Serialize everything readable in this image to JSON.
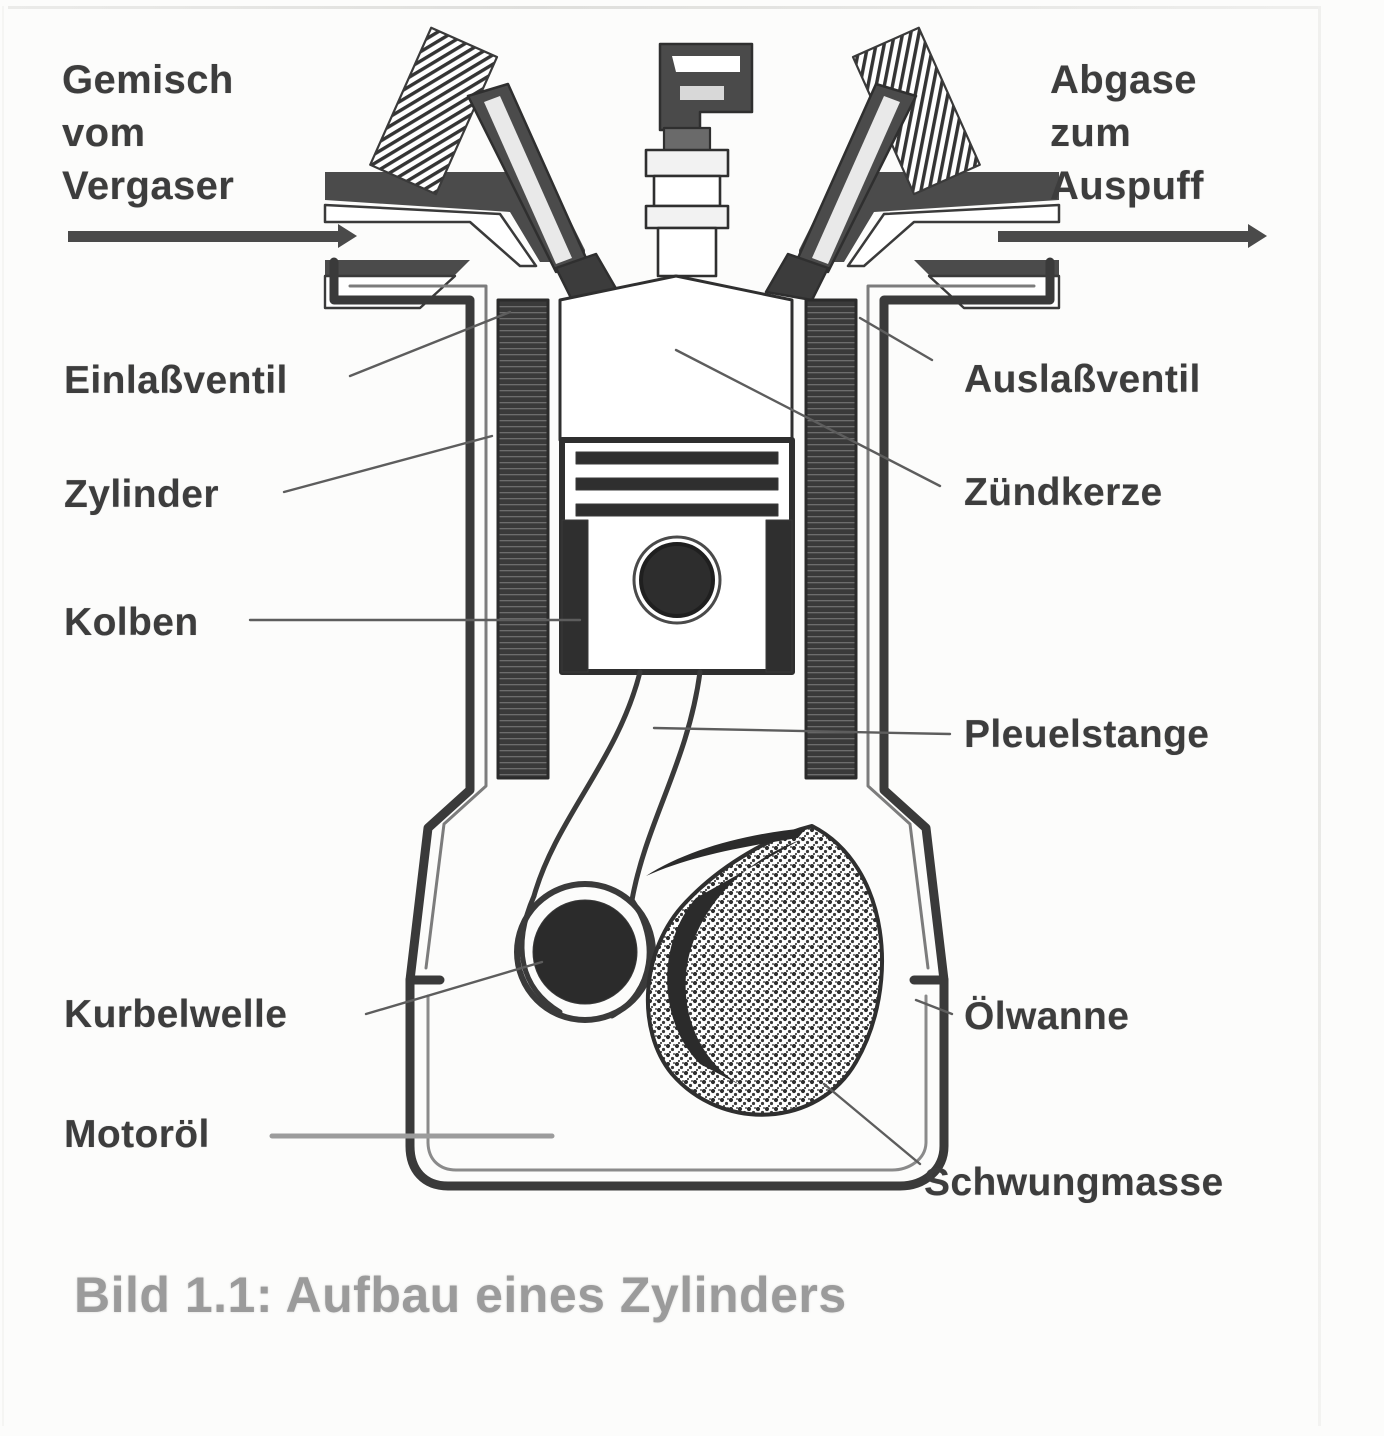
{
  "figure": {
    "caption": "Bild 1.1: Aufbau eines Zylinders",
    "flow": {
      "intake_label_line1": "Gemisch",
      "intake_label_line2": "vom",
      "intake_label_line3": "Vergaser",
      "exhaust_label_line1": "Abgase",
      "exhaust_label_line2": "zum",
      "exhaust_label_line3": "Auspuff",
      "intake_arrow_direction": "right",
      "exhaust_arrow_direction": "right"
    },
    "labels_left": [
      {
        "text": "Einlaßventil",
        "target": "intake-valve"
      },
      {
        "text": "Zylinder",
        "target": "cylinder"
      },
      {
        "text": "Kolben",
        "target": "piston"
      },
      {
        "text": "Kurbelwelle",
        "target": "crankshaft"
      },
      {
        "text": "Motoröl",
        "target": "engine-oil"
      }
    ],
    "labels_right": [
      {
        "text": "Auslaßventil",
        "target": "exhaust-valve"
      },
      {
        "text": "Zündkerze",
        "target": "spark-plug"
      },
      {
        "text": "Pleuelstange",
        "target": "connecting-rod"
      },
      {
        "text": "Ölwanne",
        "target": "oil-pan"
      },
      {
        "text": "Schwungmasse",
        "target": "flywheel"
      }
    ],
    "colors": {
      "ink": "#3d3d3d",
      "line": "#4a4a4a",
      "caption": "#9b9b9b",
      "fill_dark": "#2f2f2f",
      "paper": "#fcfcfb"
    },
    "parts": {
      "piston_ring_count": 3,
      "valve_count": 2,
      "spark_plug_count": 1
    }
  }
}
